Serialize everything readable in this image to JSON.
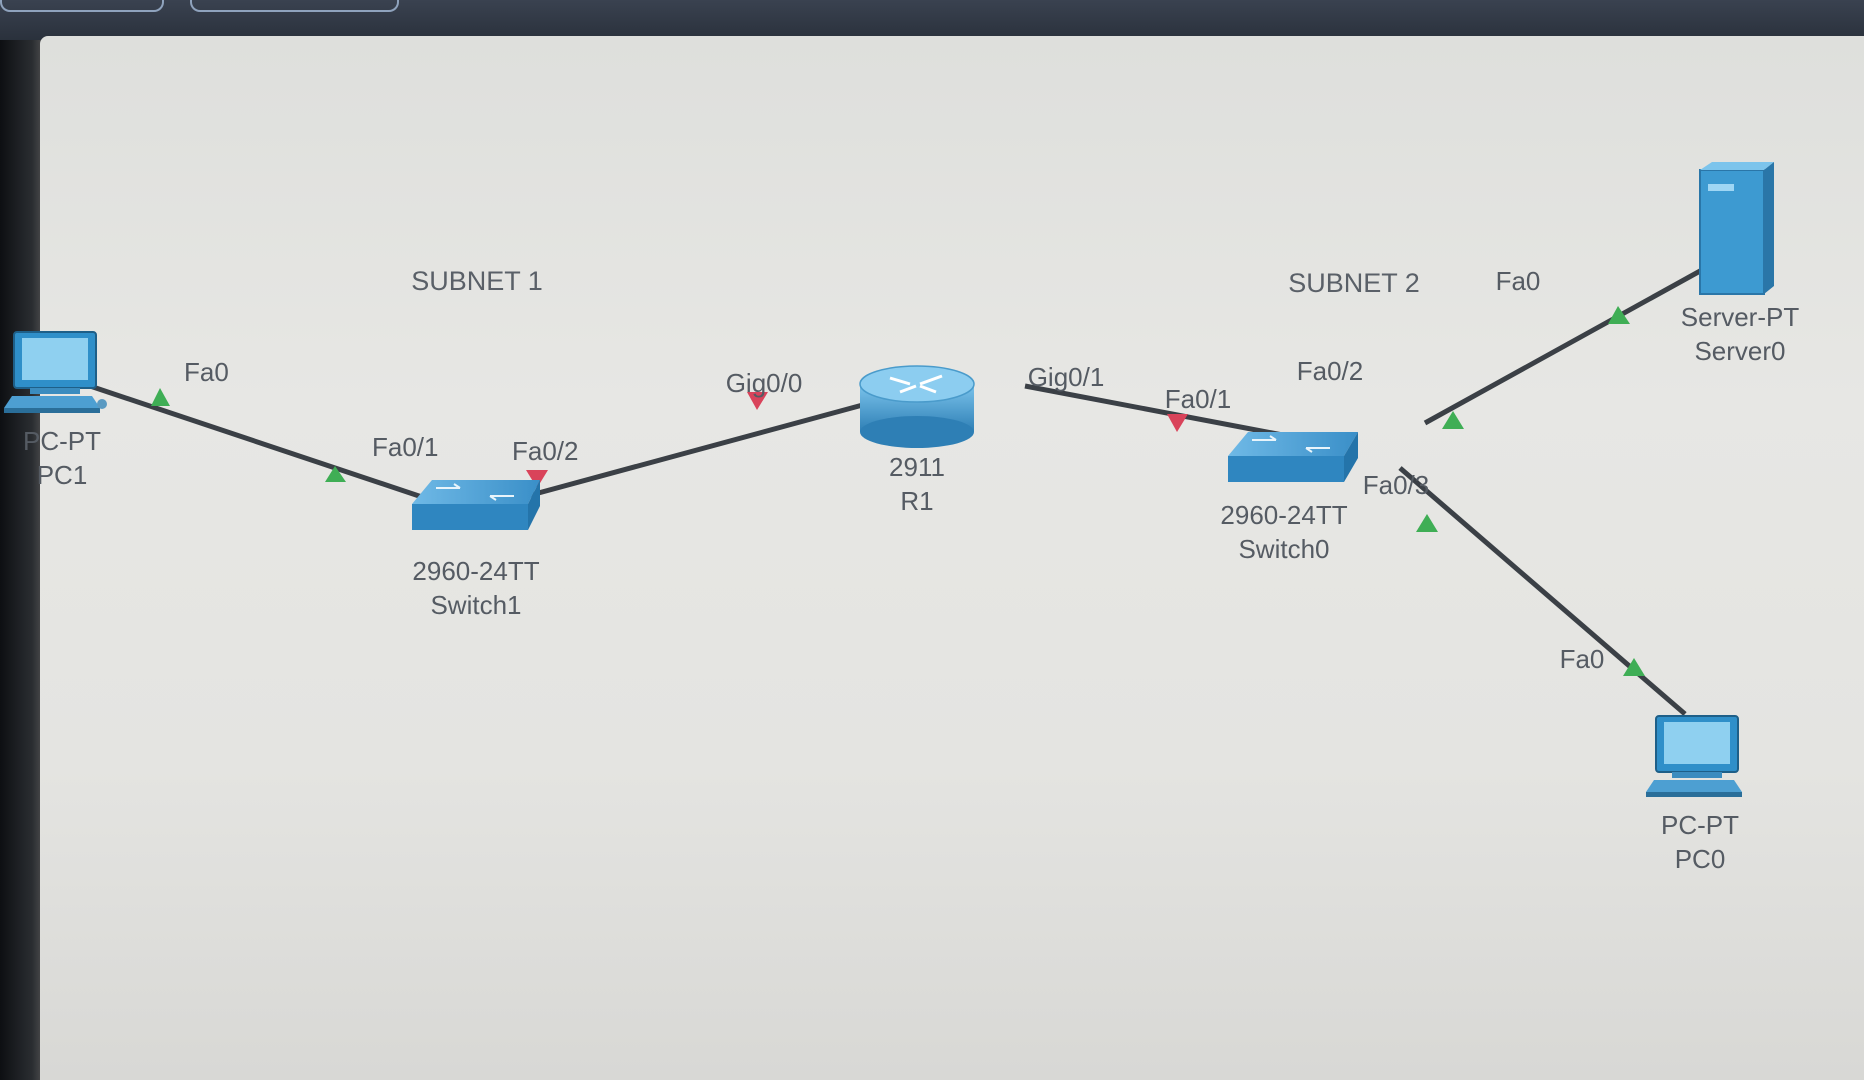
{
  "subnets": [
    "SUBNET 1",
    "SUBNET 2"
  ],
  "devices": {
    "pc1": {
      "type": "PC-PT",
      "name": "PC1"
    },
    "switch1": {
      "type": "2960-24TT",
      "name": "Switch1"
    },
    "r1": {
      "type": "2911",
      "name": "R1"
    },
    "switch0": {
      "type": "2960-24TT",
      "name": "Switch0"
    },
    "server0": {
      "type": "Server-PT",
      "name": "Server0"
    },
    "pc0": {
      "type": "PC-PT",
      "name": "PC0"
    }
  },
  "ports": {
    "pc1_fa0": "Fa0",
    "sw1_fa01": "Fa0/1",
    "sw1_fa02": "Fa0/2",
    "r1_gig00": "Gig0/0",
    "r1_gig01": "Gig0/1",
    "sw0_fa01": "Fa0/1",
    "sw0_fa02": "Fa0/2",
    "sw0_fa03": "Fa0/3",
    "server_fa0": "Fa0",
    "pc0_fa0": "Fa0"
  },
  "colors": {
    "link": "#3b4046",
    "link_up": "#3fae55",
    "link_down": "#d9435a",
    "device_blue": "#3d9ad1"
  }
}
